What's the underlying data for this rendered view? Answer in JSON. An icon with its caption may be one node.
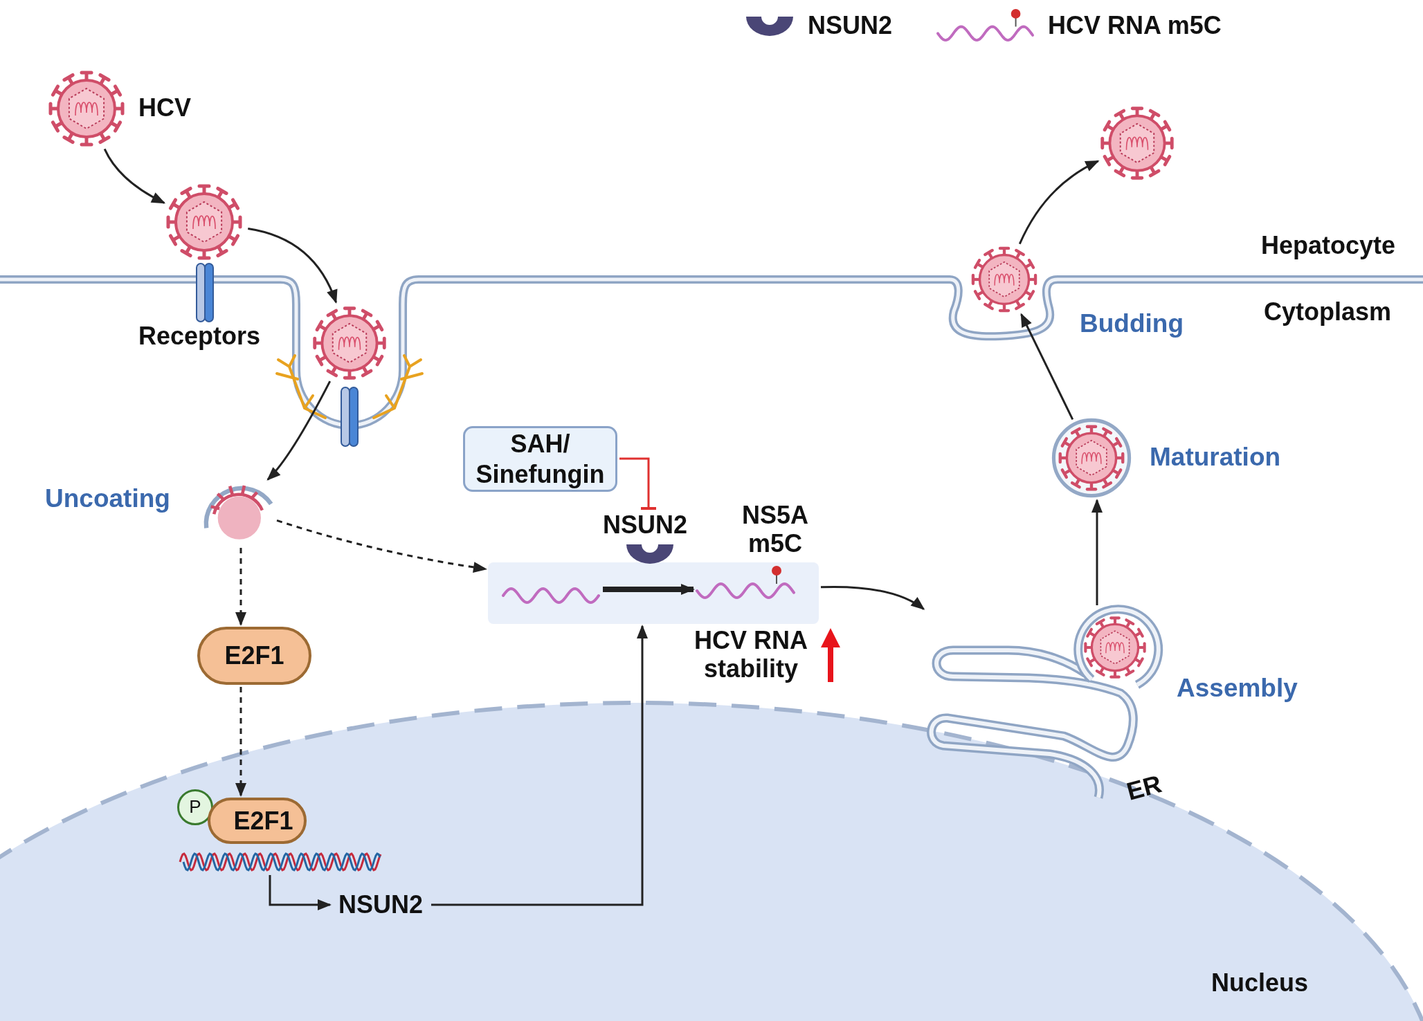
{
  "diagram": {
    "nodes": [
      {
        "text": [],
        "shape": "picture",
        "beside": [
          "HCV"
        ]
      },
      {
        "text": [],
        "shape": "picture"
      },
      {
        "text": [],
        "shape": "picture"
      },
      {
        "text": [],
        "shape": "picture",
        "beside": [
          "Uncoating"
        ]
      },
      {
        "text": [
          "E2F1"
        ]
      },
      {
        "text": [
          "P"
        ]
      },
      {
        "text": [
          "E2F1"
        ]
      },
      {
        "text": [],
        "shape": "picture"
      },
      {
        "text": [
          "NSUN2"
        ]
      },
      {
        "text": [
          "SAH/ Sinefungin"
        ]
      },
      {
        "text": [
          "NSUN2"
        ]
      },
      {
        "text": [],
        "shape": "box"
      },
      {
        "text": [],
        "shape": "picture",
        "in": 11
      },
      {
        "text": [],
        "shape": "picture",
        "in": 11,
        "beside": [
          "NS5A m5C"
        ]
      },
      {
        "text": [],
        "shape": "picture",
        "beside": [
          "Assembly"
        ]
      },
      {
        "text": [],
        "shape": "picture",
        "beside": [
          "Maturation"
        ]
      },
      {
        "text": [],
        "shape": "picture",
        "beside": [
          "Budding"
        ]
      },
      {
        "text": [],
        "shape": "picture"
      }
    ],
    "edges": [
      {
        "from": 0,
        "to": 1,
        "arrow": "to"
      },
      {
        "from": 1,
        "to": 2,
        "arrow": "to"
      },
      {
        "from": 2,
        "to": 3,
        "arrow": "to"
      },
      {
        "from": 3,
        "to": 4,
        "arrow": "to",
        "style": "dashed"
      },
      {
        "from": 4,
        "to": 6,
        "arrow": "to",
        "style": "dashed"
      },
      {
        "from": 3,
        "to": 11,
        "arrow": "to",
        "style": "dashed"
      },
      {
        "from": 7,
        "to": 8,
        "arrow": "to"
      },
      {
        "from": 8,
        "to": 11,
        "arrow": "to"
      },
      {
        "from": 9,
        "to": 10,
        "arrow": "other",
        "color": "#e0302f"
      },
      {
        "from": 12,
        "to": 13,
        "arrow": "to",
        "style": "thick"
      },
      {
        "from": 11,
        "to": 14,
        "arrow": "to"
      },
      {
        "from": 14,
        "to": 15,
        "arrow": "to"
      },
      {
        "from": 15,
        "to": 16,
        "arrow": "to"
      },
      {
        "from": 16,
        "to": 17,
        "arrow": "to"
      }
    ],
    "labels": [
      "Receptors",
      "Hepatocyte",
      "Cytoplasm",
      "HCV RNA stability",
      "ER",
      "Nucleus"
    ],
    "legend": [
      {
        "text": "NSUN2"
      },
      {
        "text": "HCV RNA m5C"
      }
    ]
  }
}
